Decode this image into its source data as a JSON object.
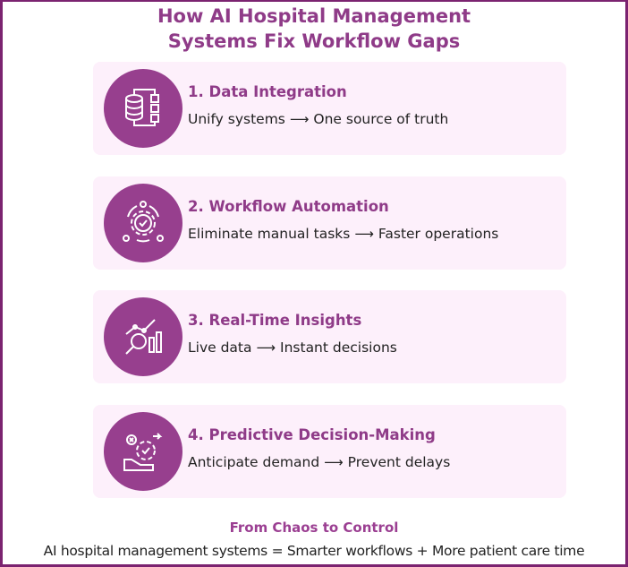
{
  "title": {
    "line1": "How AI Hospital Management",
    "line2": "Systems Fix Workflow Gaps"
  },
  "items": [
    {
      "title": "1. Data Integration",
      "from": "Unify systems",
      "to": "One source of truth",
      "icon": "database-integration-icon"
    },
    {
      "title": "2. Workflow Automation",
      "from": "Eliminate manual tasks",
      "to": "Faster operations",
      "icon": "automation-gear-icon"
    },
    {
      "title": "3. Real-Time Insights",
      "from": "Live data",
      "to": "Instant decisions",
      "icon": "analytics-chart-icon"
    },
    {
      "title": "4. Predictive Decision-Making",
      "from": "Anticipate demand",
      "to": "Prevent delays",
      "icon": "predictive-gear-icon"
    }
  ],
  "arrow": "⟶",
  "footer": {
    "heading": "From Chaos to Control",
    "summary": "AI hospital management systems = Smarter workflows + More patient care time"
  },
  "colors": {
    "accent": "#8f3b88",
    "card": "#fdf0fb",
    "border": "#7b2370"
  }
}
